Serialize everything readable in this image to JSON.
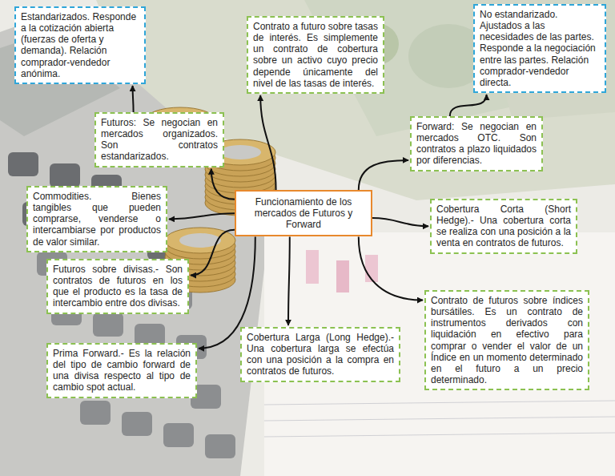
{
  "diagram": {
    "nodes": [
      {
        "text": [
          "Estandarizados. Responde a la cotización abierta (fuerzas de oferta y demanda). Relación comprador-vendedor anónima."
        ]
      },
      {
        "text": [
          "Contrato a futuro sobre tasas de interés. Es simplemente un contrato de cobertura sobre un activo cuyo precio depende únicamente del nivel de las tasas de interés."
        ]
      },
      {
        "text": [
          "No estandarizado. Ajustados a las necesidades de las partes. Responde a la negociación entre las partes. Relación comprador-vendedor directa."
        ]
      },
      {
        "text": [
          "Futuros: Se negocian en mercados organizados. Son contratos estandarizados."
        ]
      },
      {
        "text": [
          "Forward: Se negocian en mercados OTC. Son contratos a plazo liquidados por diferencias."
        ]
      },
      {
        "text": [
          "Commodities. Bienes tangibles que pueden comprarse, venderse o intercambiarse por productos de valor similar."
        ]
      },
      {
        "text": [
          "Funcionamiento de los mercados de Futuros y Forward"
        ]
      },
      {
        "text": [
          "Cobertura Corta (Short Hedge).- Una cobertura corta se realiza con una posición a la venta en contratos de futuros."
        ]
      },
      {
        "text": [
          "Futuros sobre divisas.- Son contratos de futuros en los que el producto es la tasa de intercambio entre dos divisas."
        ]
      },
      {
        "text": [
          "Contrato de futuros sobre índices bursátiles. Es un contrato de instrumentos derivados con liquidación en efectivo para comprar o vender el valor de un Índice en un momento determinado en el futuro a un precio determinado."
        ]
      },
      {
        "text": [
          "Cobertura Larga (Long Hedge).- Una cobertura larga se efectúa con una posición a la compra en contratos de futuros."
        ]
      },
      {
        "text": [
          "Prima Forward.- Es la relación del tipo de cambio forward de una divisa respecto al tipo de cambio spot actual."
        ]
      }
    ],
    "edges": [
      {
        "from": 6,
        "to": 3,
        "arrow": "to"
      },
      {
        "from": 6,
        "to": 1,
        "arrow": "to"
      },
      {
        "from": 6,
        "to": 4,
        "arrow": "to"
      },
      {
        "from": 6,
        "to": 5,
        "arrow": "to"
      },
      {
        "from": 6,
        "to": 7,
        "arrow": "to"
      },
      {
        "from": 6,
        "to": 8,
        "arrow": "to"
      },
      {
        "from": 6,
        "to": 9,
        "arrow": "to"
      },
      {
        "from": 6,
        "to": 10,
        "arrow": "to"
      },
      {
        "from": 6,
        "to": 11,
        "arrow": "to"
      },
      {
        "from": 3,
        "to": 0,
        "arrow": "to"
      },
      {
        "from": 4,
        "to": 2,
        "arrow": "to"
      }
    ]
  }
}
